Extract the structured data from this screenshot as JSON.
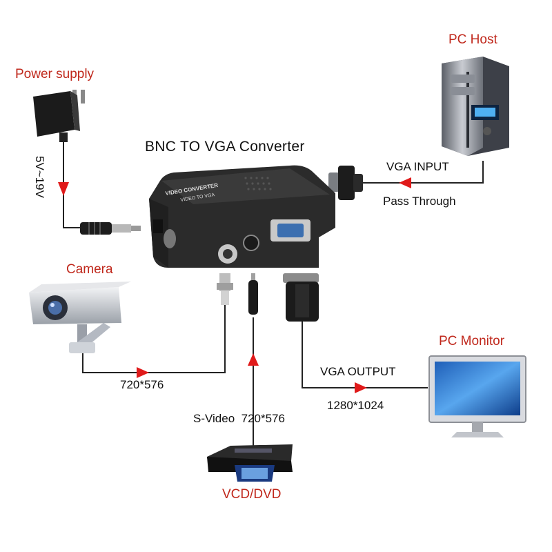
{
  "diagram": {
    "title": "BNC TO VGA Converter",
    "device_text": {
      "line1": "VIDEO CONVERTER",
      "line2": "VIDEO TO VGA"
    },
    "components": {
      "power_supply": {
        "label": "Power supply",
        "voltage": "5V~19V"
      },
      "pc_host": {
        "label": "PC Host",
        "input_label": "VGA INPUT",
        "pass_label": "Pass Through"
      },
      "camera": {
        "label": "Camera",
        "resolution": "720*576"
      },
      "dvd": {
        "label": "VCD/DVD",
        "signal": "S-Video  720*576"
      },
      "pc_monitor": {
        "label": "PC Monitor",
        "output_label": "VGA OUTPUT",
        "resolution": "1280*1024"
      }
    },
    "colors": {
      "label_red": "#c0281c",
      "arrow_red": "#e01a1a",
      "device_body": "#2b2b2b",
      "vga_blue": "#3c6fb0"
    }
  }
}
